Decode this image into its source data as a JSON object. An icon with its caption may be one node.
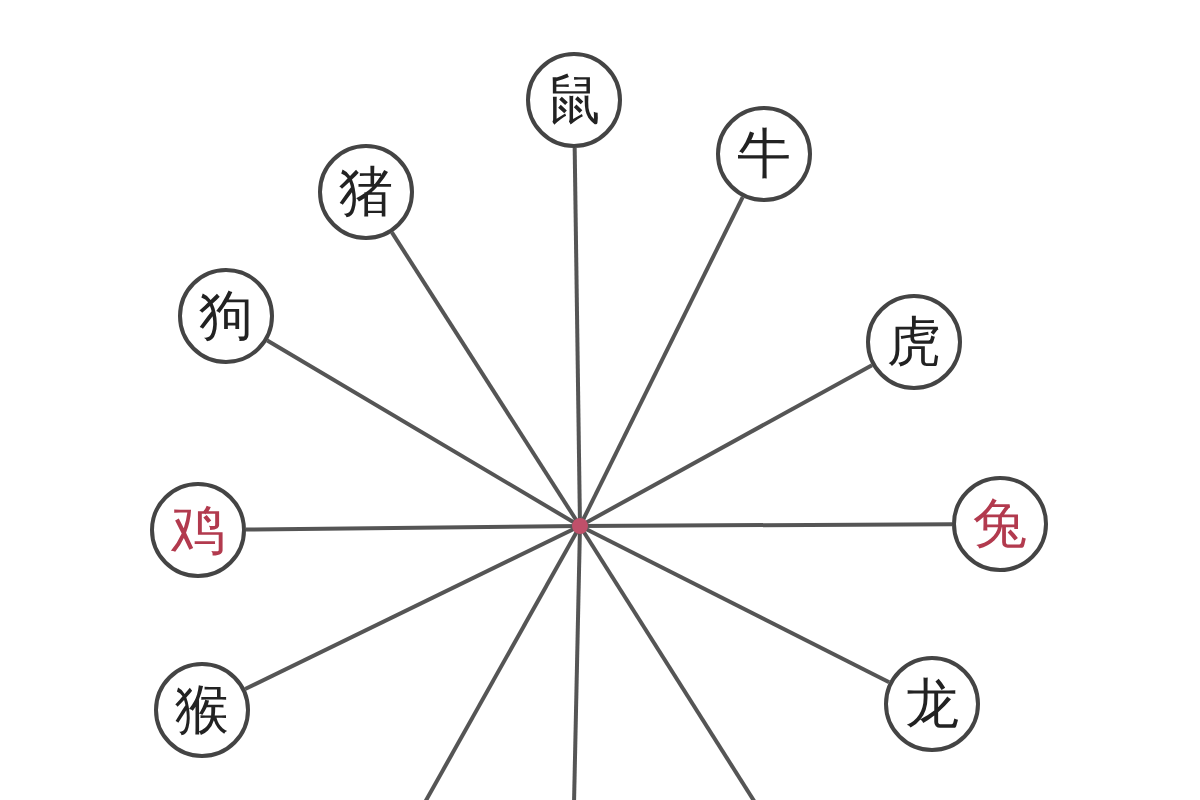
{
  "diagram": {
    "nodes": [
      {
        "text": [],
        "shape": "circle"
      },
      {
        "text": [
          "鼠"
        ]
      },
      {
        "text": [
          "牛"
        ]
      },
      {
        "text": [
          "虎"
        ]
      },
      {
        "text": [
          "兔"
        ]
      },
      {
        "text": [
          "龙"
        ]
      },
      {
        "text": [
          "猪"
        ]
      },
      {
        "text": [
          "狗"
        ]
      },
      {
        "text": [
          "鸡"
        ]
      },
      {
        "text": [
          "猴"
        ]
      }
    ],
    "edges": [
      {
        "from": 0,
        "to": 1,
        "arrow": "none"
      },
      {
        "from": 0,
        "to": 2,
        "arrow": "none"
      },
      {
        "from": 0,
        "to": 3,
        "arrow": "none"
      },
      {
        "from": 0,
        "to": 4,
        "arrow": "none"
      },
      {
        "from": 0,
        "to": 5,
        "arrow": "none"
      },
      {
        "from": 0,
        "to": 6,
        "arrow": "none"
      },
      {
        "from": 0,
        "to": 7,
        "arrow": "none"
      },
      {
        "from": 0,
        "to": 8,
        "arrow": "none"
      },
      {
        "from": 0,
        "to": 9,
        "arrow": "none"
      },
      {
        "from": 0,
        "to": null,
        "arrow": "none"
      },
      {
        "from": 0,
        "to": null,
        "arrow": "none"
      },
      {
        "from": 0,
        "to": null,
        "arrow": "none"
      }
    ]
  }
}
